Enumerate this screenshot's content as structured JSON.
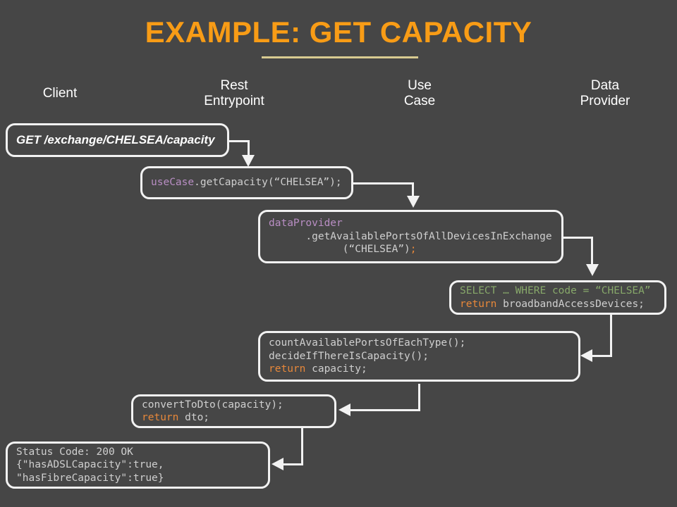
{
  "slide": {
    "title": "EXAMPLE: GET CAPACITY",
    "background_color": "#464646",
    "title_color": "#f89c16",
    "rule_color": "#d8cb91"
  },
  "columns": [
    {
      "name": "client",
      "label": "Client"
    },
    {
      "name": "rest-entrypoint",
      "label": "Rest\nEntrypoint"
    },
    {
      "name": "use-case",
      "label": "Use\nCase"
    },
    {
      "name": "data-provider",
      "label": "Data\nProvider"
    }
  ],
  "boxes": {
    "request": {
      "text": "GET /exchange/CHELSEA/capacity"
    },
    "use_case_call": {
      "object": "useCase",
      "call": ".getCapacity(“CHELSEA”);"
    },
    "data_provider_call": {
      "object": "dataProvider",
      "line2": "      .getAvailablePortsOfAllDevicesInExchange",
      "line3_call": "            (“CHELSEA”)",
      "line3_semi": ";"
    },
    "sql": {
      "line1": "SELECT … WHERE code = “CHELSEA”",
      "line2_kw": "return",
      "line2_rest": " broadbandAccessDevices;"
    },
    "use_case_logic": {
      "line1": "countAvailablePortsOfEachType();",
      "line2": "decideIfThereIsCapacity();",
      "line3_kw": "return",
      "line3_rest": " capacity;"
    },
    "convert_dto": {
      "line1": "convertToDto(capacity);",
      "line2_kw": "return",
      "line2_rest": " dto;"
    },
    "response": {
      "line1": "Status Code: 200 OK",
      "line2": "{\"hasADSLCapacity\":true,",
      "line3": "\"hasFibreCapacity\":true}"
    }
  },
  "colors": {
    "object_token": "#b98ec4",
    "keyword_token": "#e8883a",
    "sql_token": "#87a86a",
    "plain_token": "#cfcfcf",
    "stroke": "#f2f2f2"
  }
}
